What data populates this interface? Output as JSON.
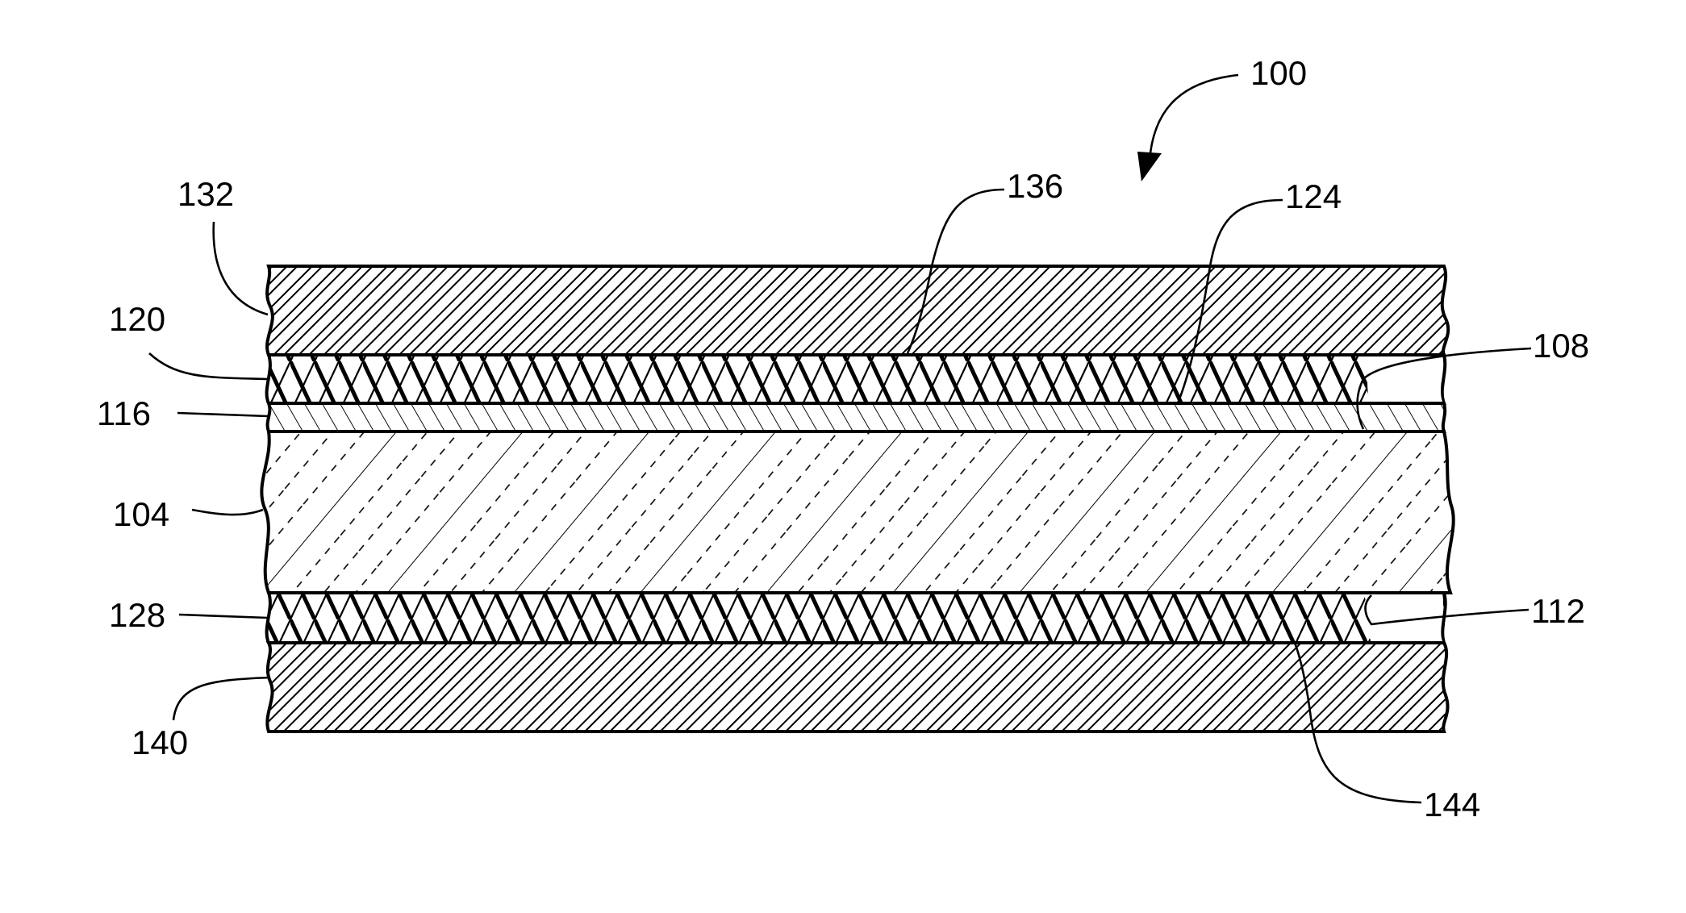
{
  "figure": {
    "reference_numerals": {
      "assembly": "100",
      "layer_104": "104",
      "surface_108": "108",
      "surface_112": "112",
      "layer_116": "116",
      "layer_120": "120",
      "interface_124": "124",
      "layer_128": "128",
      "layer_132": "132",
      "interface_136": "136",
      "layer_140": "140",
      "interface_144": "144"
    }
  }
}
